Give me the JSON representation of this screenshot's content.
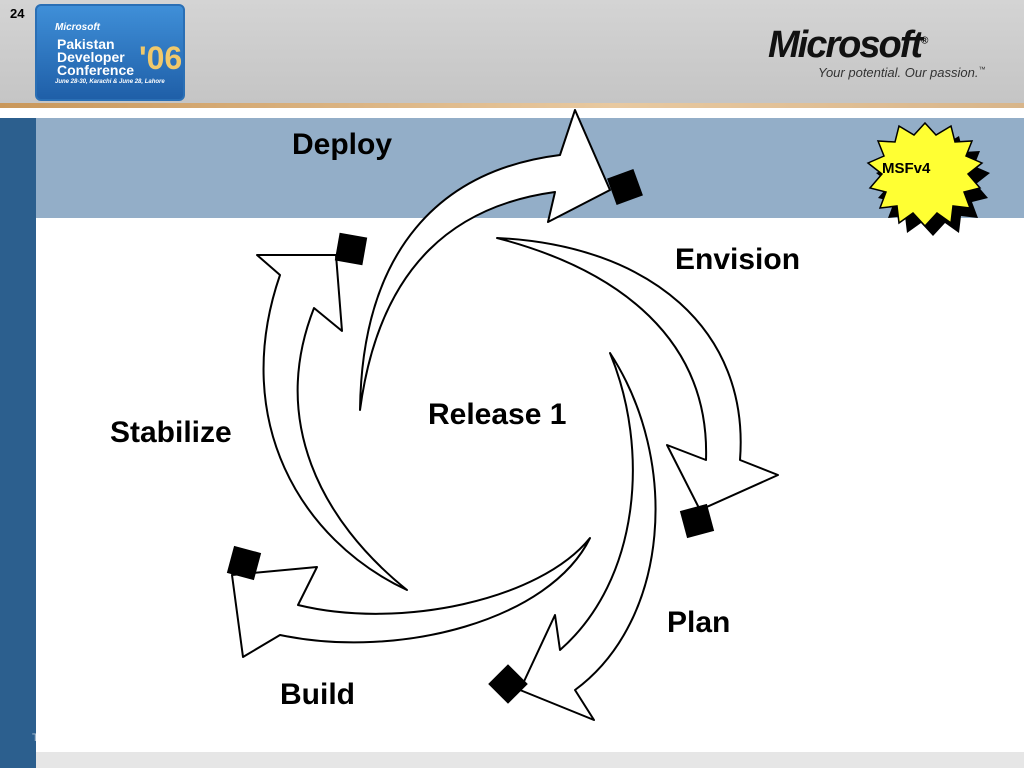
{
  "slide": {
    "number": "24"
  },
  "conference_logo": {
    "brand": "Microsoft",
    "lines": [
      "Pakistan",
      "Developer",
      "Conference"
    ],
    "year": "'06",
    "dates": "June 28-30, Karachi & June 28, Lahore"
  },
  "microsoft_logo": {
    "wordmark": "Microsoft",
    "registered": "®",
    "tagline": "Your potential. Our passion.",
    "tagline_tm": "™"
  },
  "badge": {
    "text": "MSFv4",
    "color": "#ffff33"
  },
  "diagram": {
    "center_label": "Release 1",
    "phases": [
      "Envision",
      "Plan",
      "Build",
      "Stabilize",
      "Deploy"
    ],
    "milestone_marker_color": "#000000"
  },
  "footer": {
    "text": "TECHNOLOGY"
  },
  "colors": {
    "sidebar": "#2c5f8e",
    "band": "#93aec8",
    "accent_line": "#c9975a"
  }
}
